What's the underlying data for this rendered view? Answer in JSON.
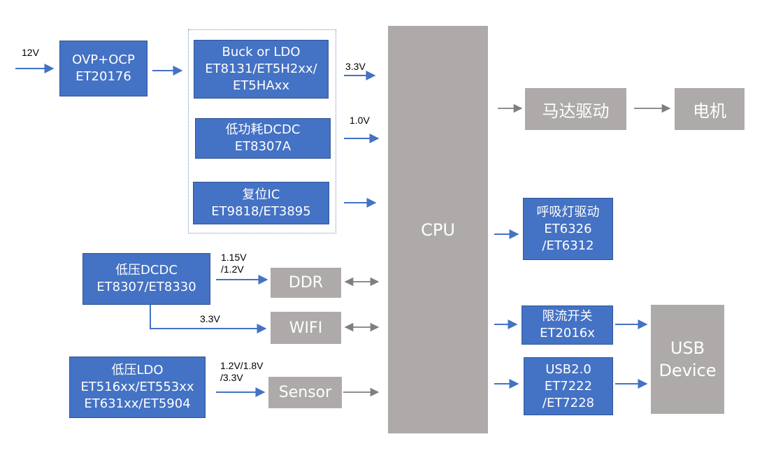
{
  "colors": {
    "block_blue": "#4472c4",
    "block_grey": "#aeaaaa",
    "wire_blue": "#4472c4",
    "wire_grey": "#7f7f7f"
  },
  "blocks": {
    "ovp": [
      "OVP+OCP",
      "ET20176"
    ],
    "buck": [
      "Buck or LDO",
      "ET8131/ET5H2xx/",
      "ET5HAxx"
    ],
    "dcdc_low_power": [
      "低功耗DCDC",
      "ET8307A"
    ],
    "reset_ic": [
      "复位IC",
      "ET9818/ET3895"
    ],
    "dcdc_low_voltage": [
      "低压DCDC",
      "ET8307/ET8330"
    ],
    "ldo_low_voltage": [
      "低压LDO",
      "ET516xx/ET553xx",
      "ET631xx/ET5904"
    ],
    "breathing_led": [
      "呼吸灯驱动",
      "ET6326",
      "/ET6312"
    ],
    "current_limit": [
      "限流开关",
      "ET2016x"
    ],
    "usb2": [
      "USB2.0",
      "ET7222",
      "/ET7228"
    ],
    "cpu": "CPU",
    "ddr": "DDR",
    "wifi": "WIFI",
    "sensor": "Sensor",
    "motor_driver": "马达驱动",
    "motor": "电机",
    "usb_device": [
      "USB",
      "Device"
    ]
  },
  "labels": {
    "input_12v": "12V",
    "buck_out": "3.3V",
    "dcdc_low_power_out": "1.0V",
    "ddr_voltage": [
      "1.15V",
      "/1.2V"
    ],
    "wifi_voltage": "3.3V",
    "sensor_voltage": [
      "1.2V/1.8V",
      "/3.3V"
    ]
  }
}
